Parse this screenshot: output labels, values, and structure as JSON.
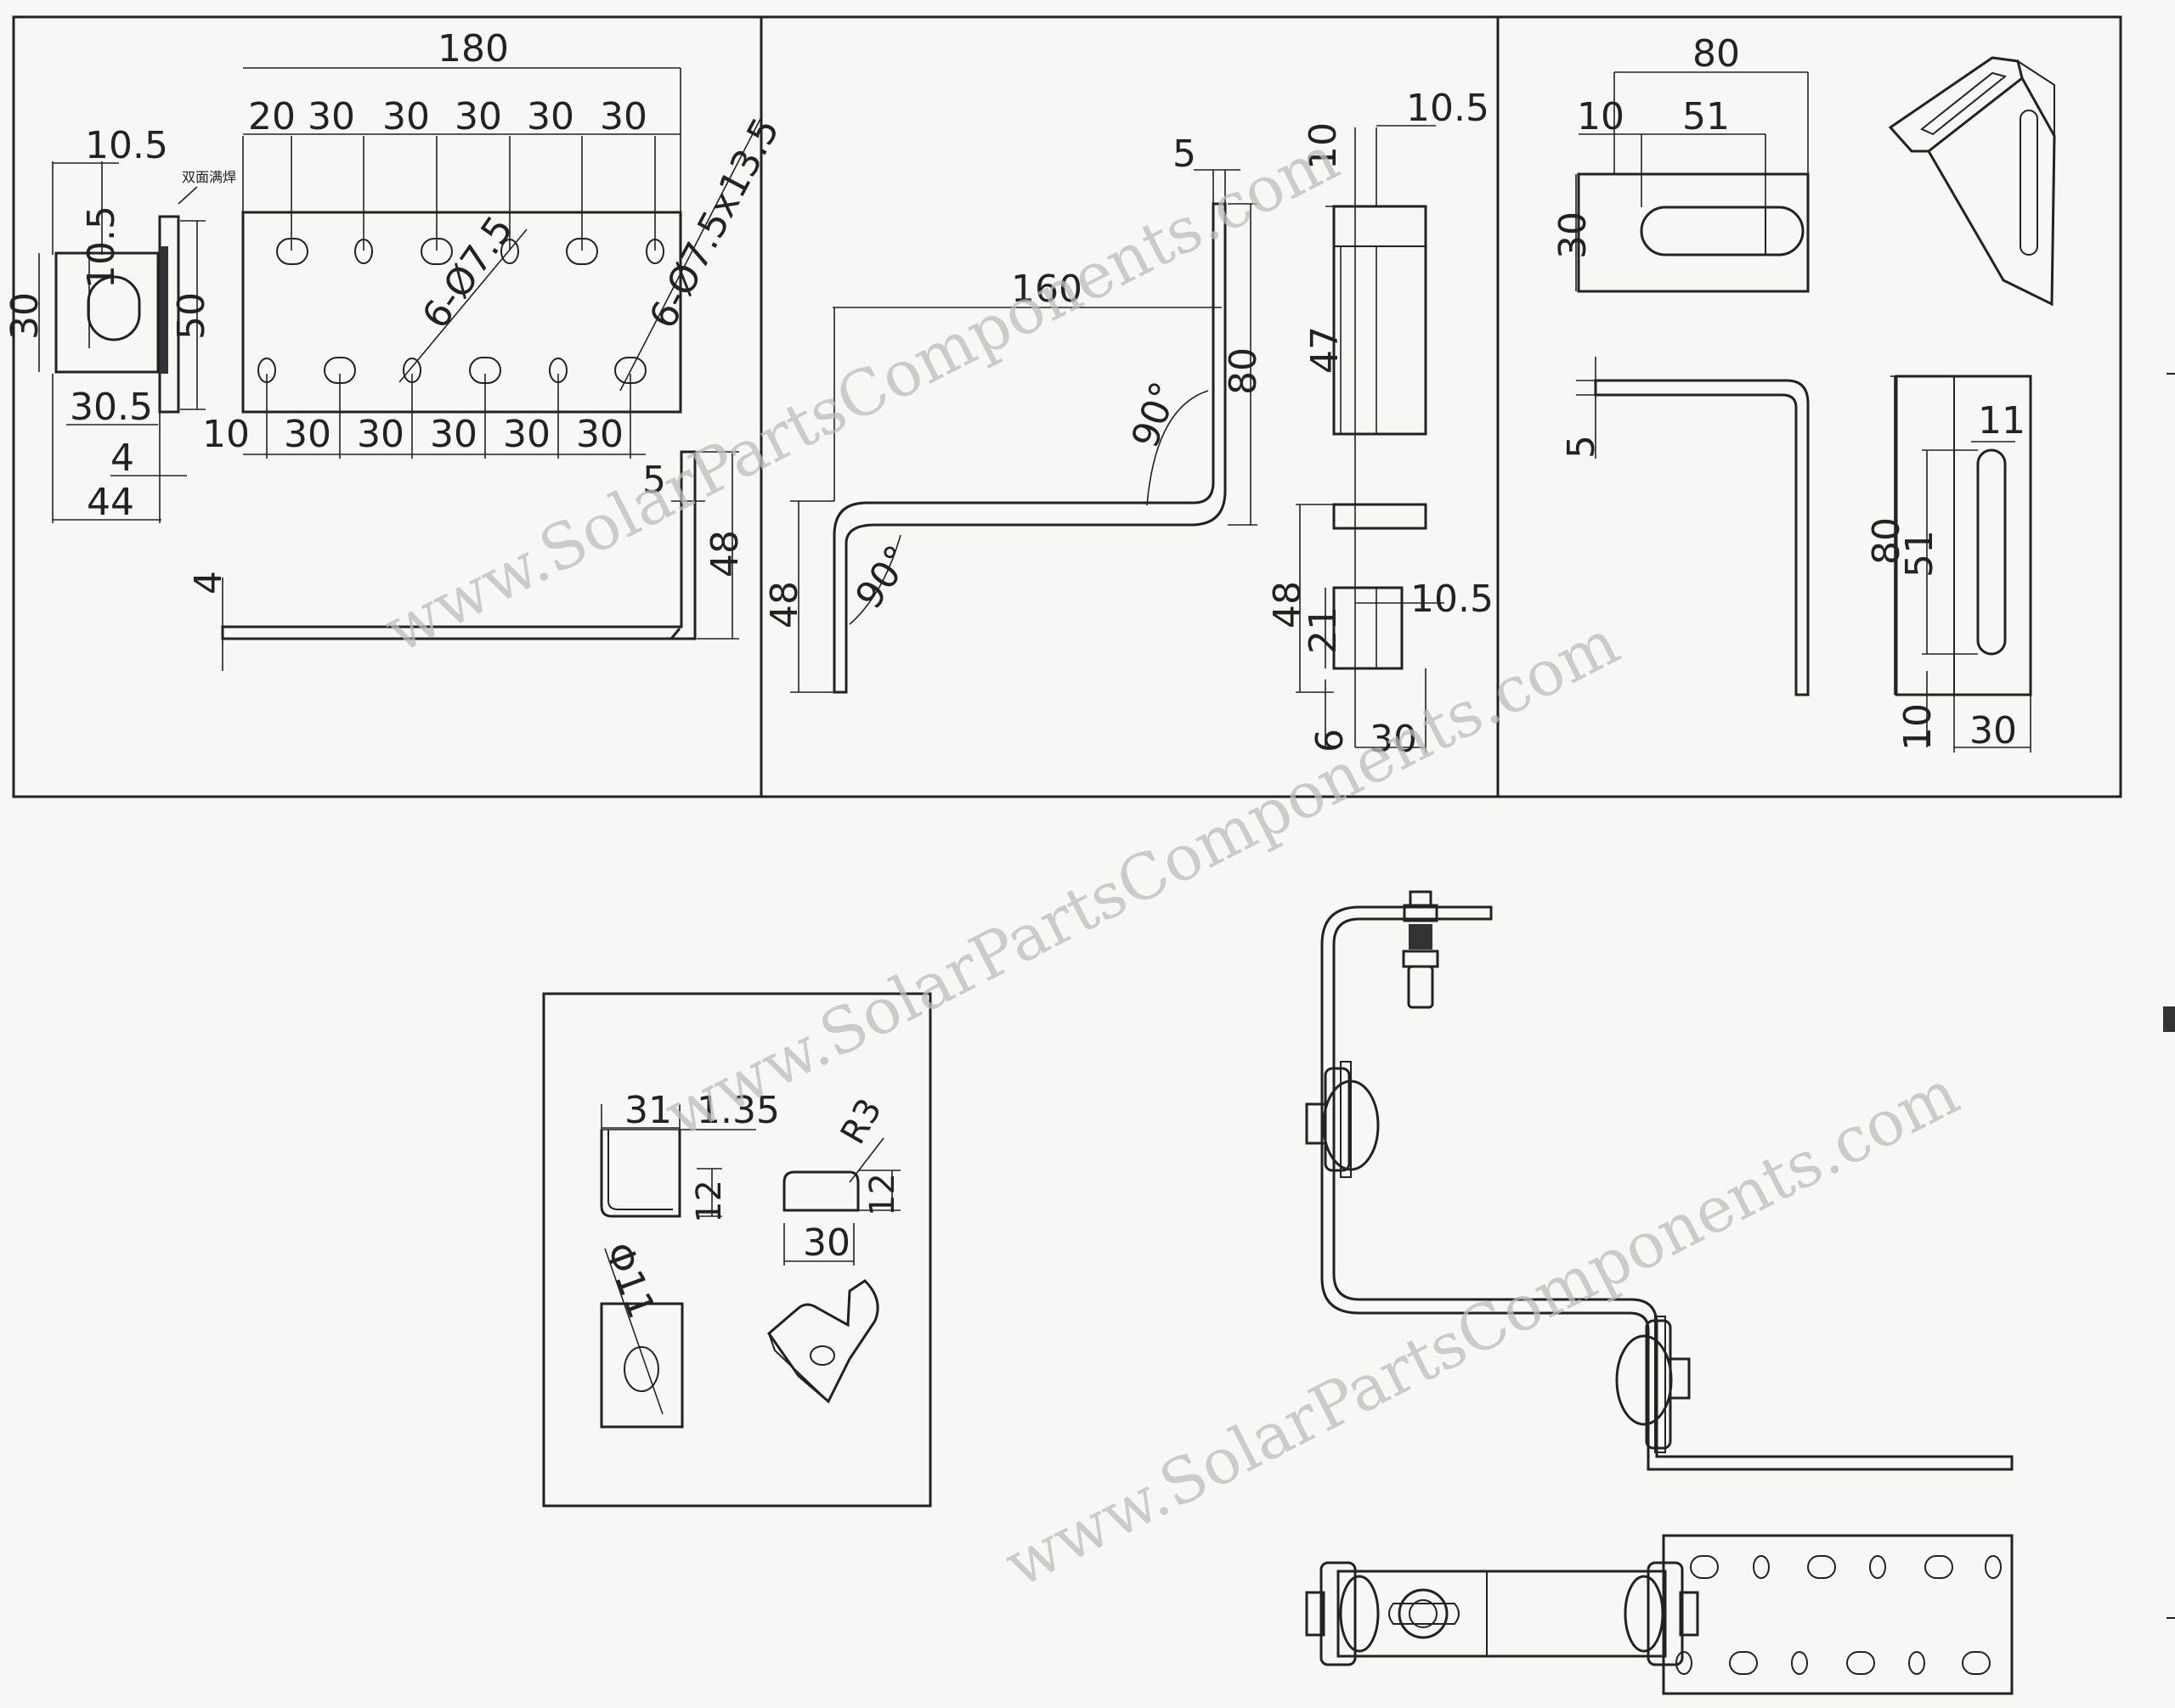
{
  "watermark": "www.SolarPartsComponents.com",
  "weld_note": "双面满焊",
  "panel1": {
    "top_total": "180",
    "top_segments": [
      "20",
      "30",
      "30",
      "30",
      "30",
      "30"
    ],
    "bottom_segments": [
      "10",
      "30",
      "30",
      "30",
      "30",
      "30"
    ],
    "hole_note_round": "6-Ø7.5",
    "hole_note_slot": "6-Ø7.5x13.5",
    "side_width": "10.5",
    "side_inner": "10.5",
    "side_height": "30",
    "side_slot_length": "30.5",
    "side_thickness": "4",
    "side_total": "44",
    "plate_height": "50",
    "profile_thickness": "4",
    "profile_flange": "5",
    "profile_height": "48"
  },
  "panel2": {
    "top_flange": "5",
    "length": "160",
    "angle_top": "90°",
    "angle_bottom": "90°",
    "height_right": "80",
    "height_left": "48",
    "edge_top": "10",
    "edge_right": "10.5",
    "slot_upper": "47",
    "lower_total": "48",
    "slot_lower_width": "10.5",
    "slot_lower": "21",
    "edge_bottom": "6",
    "width": "30"
  },
  "panel3": {
    "width": "80",
    "edge": "10",
    "slot_length": "51",
    "height": "30",
    "thickness": "5",
    "slot_width": "11",
    "side_height": "80",
    "side_slot": "51",
    "side_edge": "10",
    "side_width": "30"
  },
  "panel4": {
    "width": "31",
    "thickness": "1.35",
    "height_a": "12",
    "radius": "R3",
    "height_b": "12",
    "length": "30",
    "hole": "Φ11"
  }
}
